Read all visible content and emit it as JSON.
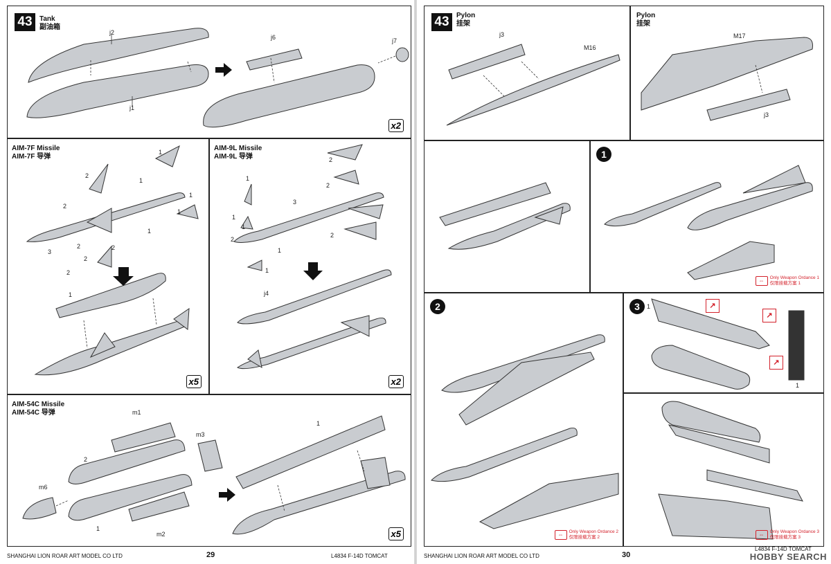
{
  "left_page": {
    "tank": {
      "step": "43",
      "title": "Tank",
      "title_cn": "副油箱",
      "labels": [
        "j2",
        "j1",
        "j6",
        "j7"
      ],
      "multiplier": "x2"
    },
    "aim7f": {
      "title": "AIM-7F Missile",
      "title_cn": "AIM-7F 导弹",
      "labels": [
        "1",
        "2",
        "1",
        "2",
        "1",
        "1",
        "1",
        "2",
        "3",
        "2",
        "2",
        "2",
        "1"
      ],
      "multiplier": "x5"
    },
    "aim9l": {
      "title": "AIM-9L Missile",
      "title_cn": "AIM-9L 导弹",
      "labels": [
        "2",
        "1",
        "2",
        "3",
        "2",
        "1",
        "1",
        "2",
        "1",
        "1",
        "j4"
      ],
      "multiplier": "x2"
    },
    "aim54c": {
      "title": "AIM-54C Missile",
      "title_cn": "AIM-54C 导弹",
      "labels": [
        "m1",
        "m3",
        "2",
        "m6",
        "1",
        "m2",
        "1"
      ],
      "multiplier": "x5"
    },
    "footer": {
      "company": "SHANGHAI LION ROAR ART MODEL CO LTD",
      "page": "29",
      "code": "L4834 F-14D TOMCAT"
    }
  },
  "right_page": {
    "pylon_a": {
      "step": "43",
      "title": "Pylon",
      "title_cn": "挂架",
      "labels": [
        "j3",
        "M16"
      ]
    },
    "pylon_b": {
      "title": "Pylon",
      "title_cn": "挂架",
      "labels": [
        "M17",
        "j3"
      ]
    },
    "option1": {
      "number": "1",
      "note": "Only Weapon Ordance 1",
      "note_cn": "仅限挂载方案 1"
    },
    "option2": {
      "number": "2",
      "note": "Only Weapon Ordance 2",
      "note_cn": "仅限挂载方案 2"
    },
    "option3": {
      "number": "3",
      "labels": [
        "1",
        "1"
      ],
      "note": "Only Weapon Ordance 3",
      "note_cn": "仅限挂载方案 3"
    },
    "footer": {
      "company": "SHANGHAI LION ROAR ART MODEL CO LTD",
      "page": "30",
      "code": "L4834 F-14D TOMCAT"
    },
    "watermark": "HOBBY SEARCH"
  },
  "colors": {
    "part_fill": "#c9ccd0",
    "line": "#333333",
    "accent": "#d3202a"
  }
}
